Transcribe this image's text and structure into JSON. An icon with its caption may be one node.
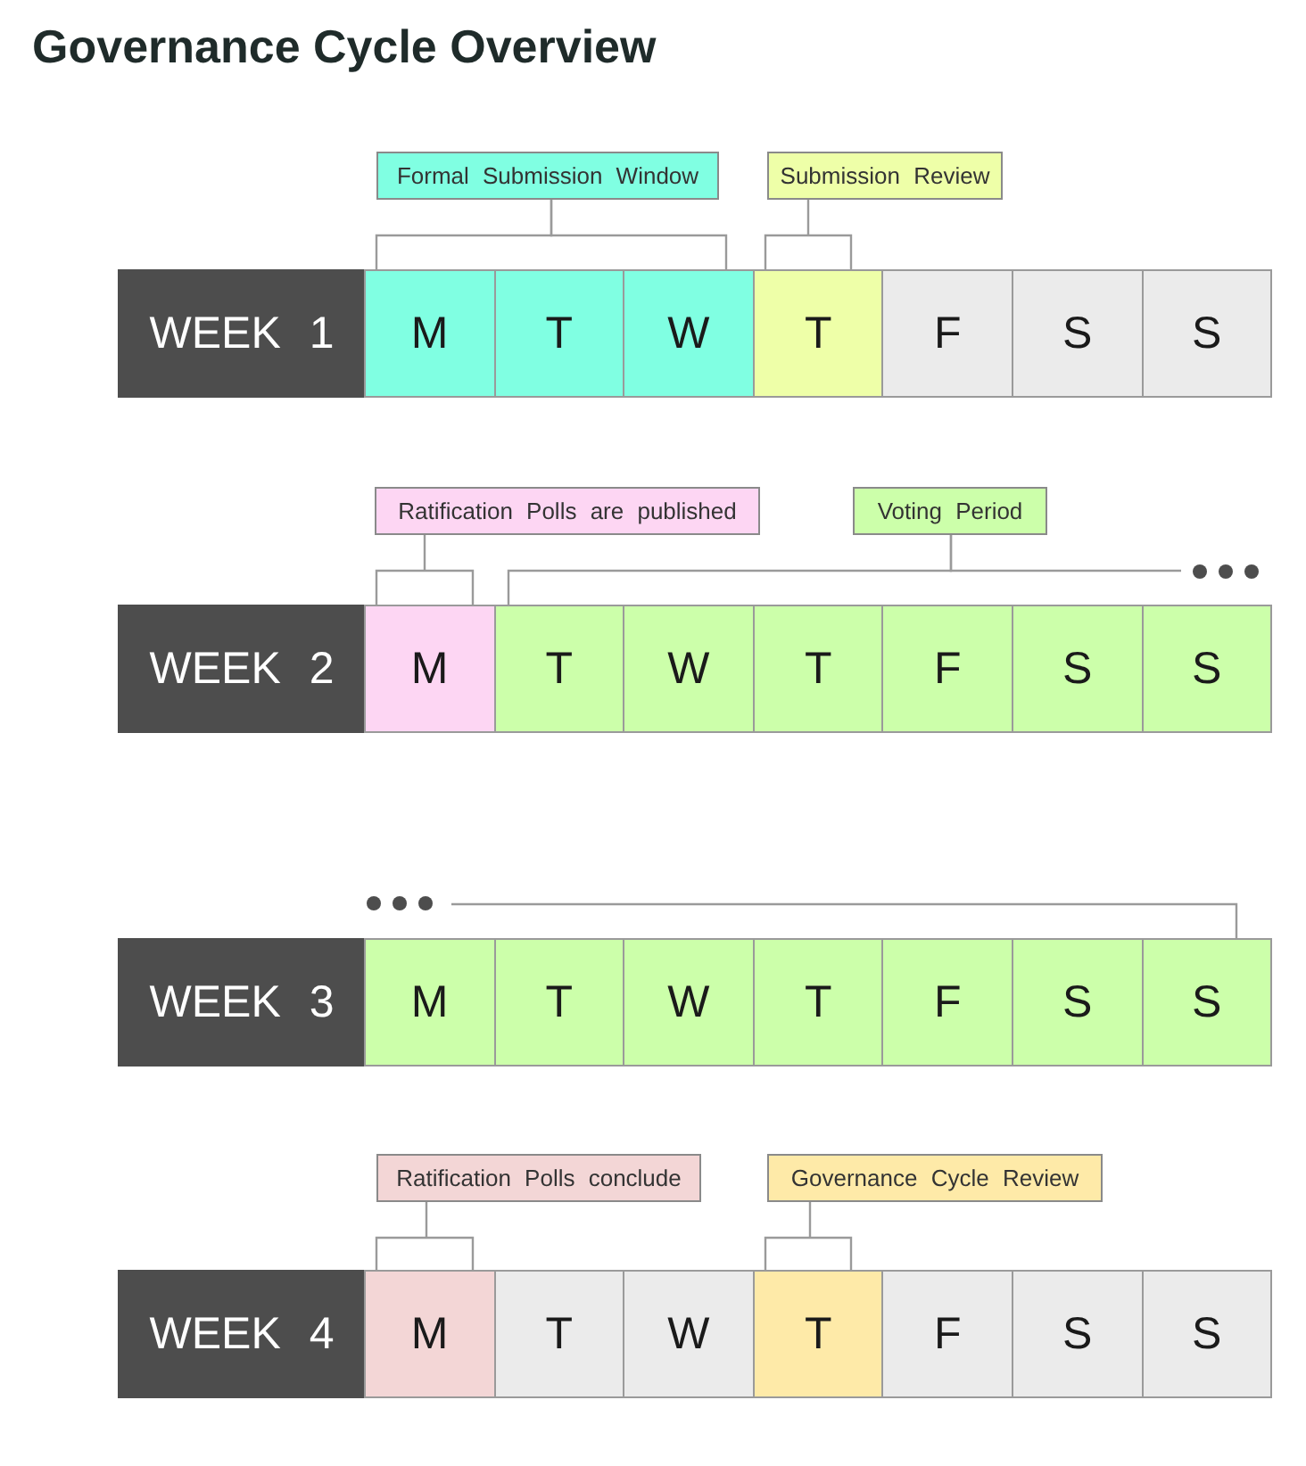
{
  "diagram": {
    "title": "Governance Cycle Overview",
    "nodes": [
      {
        "text": [
          "Formal Submission Window"
        ]
      },
      {
        "text": [
          "Submission Review"
        ]
      },
      {
        "text": [
          "WEEK 1"
        ]
      },
      {
        "text": [
          "M"
        ]
      },
      {
        "text": [
          "T"
        ]
      },
      {
        "text": [
          "W"
        ]
      },
      {
        "text": [
          "T"
        ]
      },
      {
        "text": [
          "F"
        ]
      },
      {
        "text": [
          "S"
        ]
      },
      {
        "text": [
          "S"
        ]
      },
      {
        "text": [
          "Ratification Polls are published"
        ]
      },
      {
        "text": [
          "Voting Period"
        ]
      },
      {
        "text": [
          "WEEK 2"
        ]
      },
      {
        "text": [
          "M"
        ]
      },
      {
        "text": [
          "T"
        ]
      },
      {
        "text": [
          "W"
        ]
      },
      {
        "text": [
          "T"
        ]
      },
      {
        "text": [
          "F"
        ]
      },
      {
        "text": [
          "S"
        ]
      },
      {
        "text": [
          "S"
        ]
      },
      {
        "text": [
          "WEEK 3"
        ]
      },
      {
        "text": [
          "M"
        ]
      },
      {
        "text": [
          "T"
        ]
      },
      {
        "text": [
          "W"
        ]
      },
      {
        "text": [
          "T"
        ]
      },
      {
        "text": [
          "F"
        ]
      },
      {
        "text": [
          "S"
        ]
      },
      {
        "text": [
          "S"
        ]
      },
      {
        "text": [
          "Ratification Polls conclude"
        ]
      },
      {
        "text": [
          "Governance Cycle Review"
        ]
      },
      {
        "text": [
          "WEEK 4"
        ]
      },
      {
        "text": [
          "M"
        ]
      },
      {
        "text": [
          "T"
        ]
      },
      {
        "text": [
          "W"
        ]
      },
      {
        "text": [
          "T"
        ]
      },
      {
        "text": [
          "F"
        ]
      },
      {
        "text": [
          "S"
        ]
      },
      {
        "text": [
          "S"
        ]
      }
    ],
    "edges": [
      {
        "from": 0,
        "to": 3,
        "arrow": "none"
      },
      {
        "from": 0,
        "to": 5,
        "arrow": "none"
      },
      {
        "from": 1,
        "to": 6,
        "arrow": "none"
      },
      {
        "from": 10,
        "to": 13,
        "arrow": "none"
      },
      {
        "from": 11,
        "to": 14,
        "arrow": "none"
      },
      {
        "from": 11,
        "to": null,
        "arrow": "none"
      },
      {
        "from": null,
        "to": 27,
        "arrow": "none"
      },
      {
        "from": 28,
        "to": 31,
        "arrow": "none"
      },
      {
        "from": 29,
        "to": 34,
        "arrow": "none"
      }
    ]
  }
}
